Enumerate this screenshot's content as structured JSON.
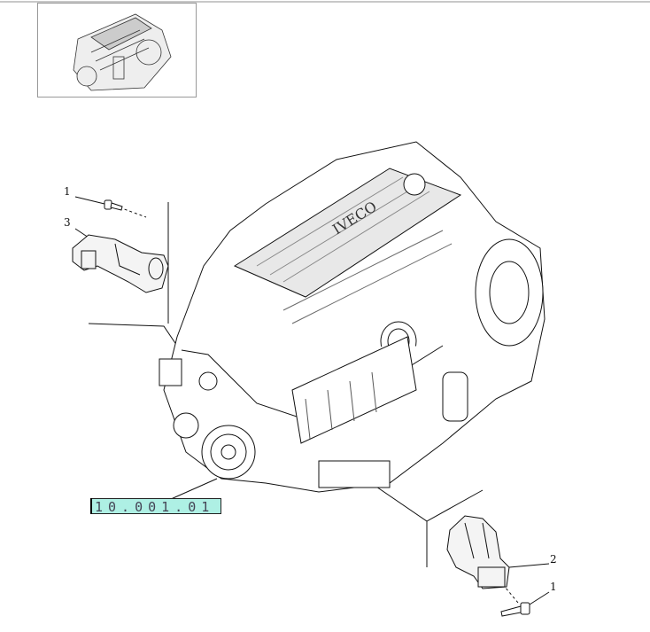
{
  "thumbnail": {
    "label": "engine-overview-thumbnail"
  },
  "callouts": {
    "bolt_top": "1",
    "bracket_top": "3",
    "bracket_bottom": "2",
    "bolt_bottom": "1"
  },
  "reference_link": {
    "label": "10.001.01",
    "color": "#aef0e4"
  }
}
